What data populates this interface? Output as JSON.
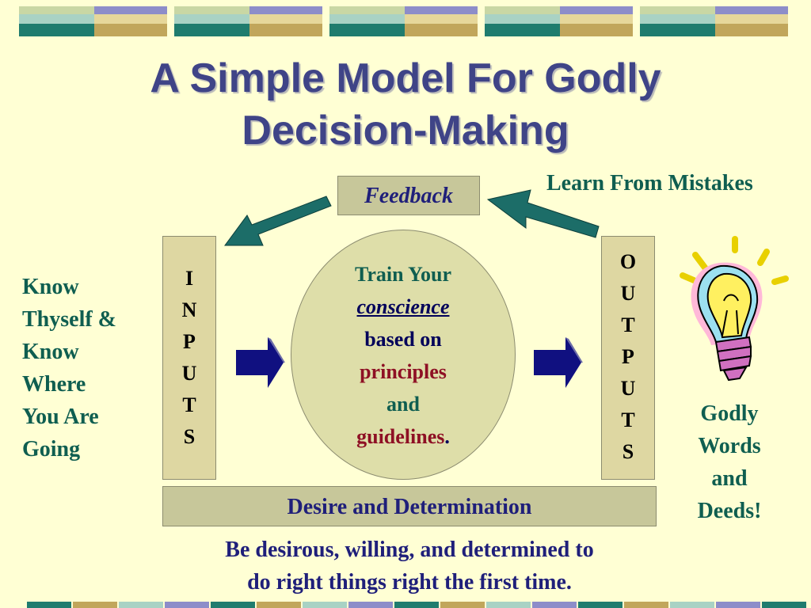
{
  "title_line1": "A Simple Model For Godly",
  "title_line2": "Decision-Making",
  "feedback_label": "Feedback",
  "learn_label": "Learn From Mistakes",
  "inputs_letters": [
    "I",
    "N",
    "P",
    "U",
    "T",
    "S"
  ],
  "outputs_letters": [
    "O",
    "U",
    "T",
    "P",
    "U",
    "T",
    "S"
  ],
  "left_text": [
    "Know",
    "Thyself &",
    "Know",
    "Where",
    "You Are",
    "Going"
  ],
  "right_text": [
    "Godly",
    "Words",
    "and",
    "Deeds!"
  ],
  "center": {
    "line1": "Train Your",
    "conscience": "conscience",
    "based_on": "based on",
    "principles": "principles",
    "and": "and",
    "guidelines": "guidelines",
    "period": "."
  },
  "desire_bar": "Desire and Determination",
  "caption_line1": "Be desirous, willing, and determined to",
  "caption_line2": "do right things right the first time.",
  "colors": {
    "background": "#FFFFD4",
    "title": "#3F4487",
    "teal_text": "#0F5E50",
    "navy_text": "#1F1F7A",
    "red_text": "#8E1024",
    "arrow_teal": "#1C6D68",
    "arrow_navy": "#101080"
  },
  "icons": [
    "lightbulb-icon",
    "arrow-right-icon",
    "arrow-feedback-icon"
  ]
}
